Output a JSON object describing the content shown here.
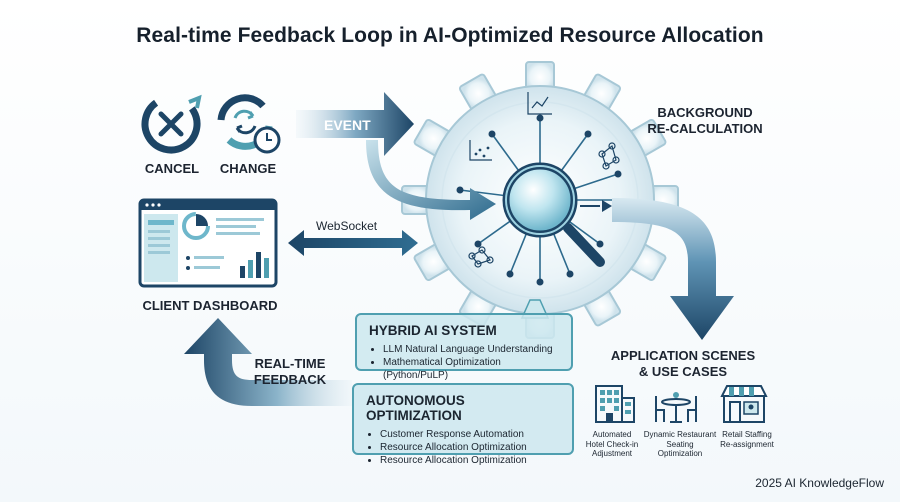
{
  "title": "Real-time Feedback Loop in AI-Optimized Resource Allocation",
  "events": {
    "cancel_label": "CANCEL",
    "change_label": "CHANGE",
    "event_label": "EVENT"
  },
  "background": {
    "label_line1": "BACKGROUND",
    "label_line2": "RE-CALCULATION"
  },
  "client": {
    "websocket_label": "WebSocket",
    "dashboard_label": "CLIENT DASHBOARD"
  },
  "feedback": {
    "line1": "REAL-TIME",
    "line2": "FEEDBACK"
  },
  "hybrid": {
    "title": "HYBRID AI SYSTEM",
    "items": [
      "LLM Natural Language Understanding",
      "Mathematical Optimization (Python/PuLP)"
    ]
  },
  "autonomous": {
    "title": "AUTONOMOUS OPTIMIZATION",
    "items": [
      "Customer Response Automation",
      "Resource Allocation Optimization",
      "Resource Allocation Optimization"
    ]
  },
  "applications": {
    "title_line1": "APPLICATION SCENES",
    "title_line2": "& USE CASES",
    "scenes": [
      {
        "icon": "hotel-icon",
        "lines": [
          "Automated",
          "Hotel Check-in",
          "Adjustment"
        ]
      },
      {
        "icon": "restaurant-table-icon",
        "lines": [
          "Dynamic Restaurant",
          "Seating",
          "Optimization"
        ]
      },
      {
        "icon": "storefront-icon",
        "lines": [
          "Retail Staffing",
          "Re-assignment"
        ]
      }
    ]
  },
  "credit": "2025 AI KnowledgeFlow",
  "colors": {
    "navy": "#1d4566",
    "teal": "#4f9fb0",
    "light_teal": "#cde8ee",
    "accent_blue": "#3a8fb0"
  }
}
